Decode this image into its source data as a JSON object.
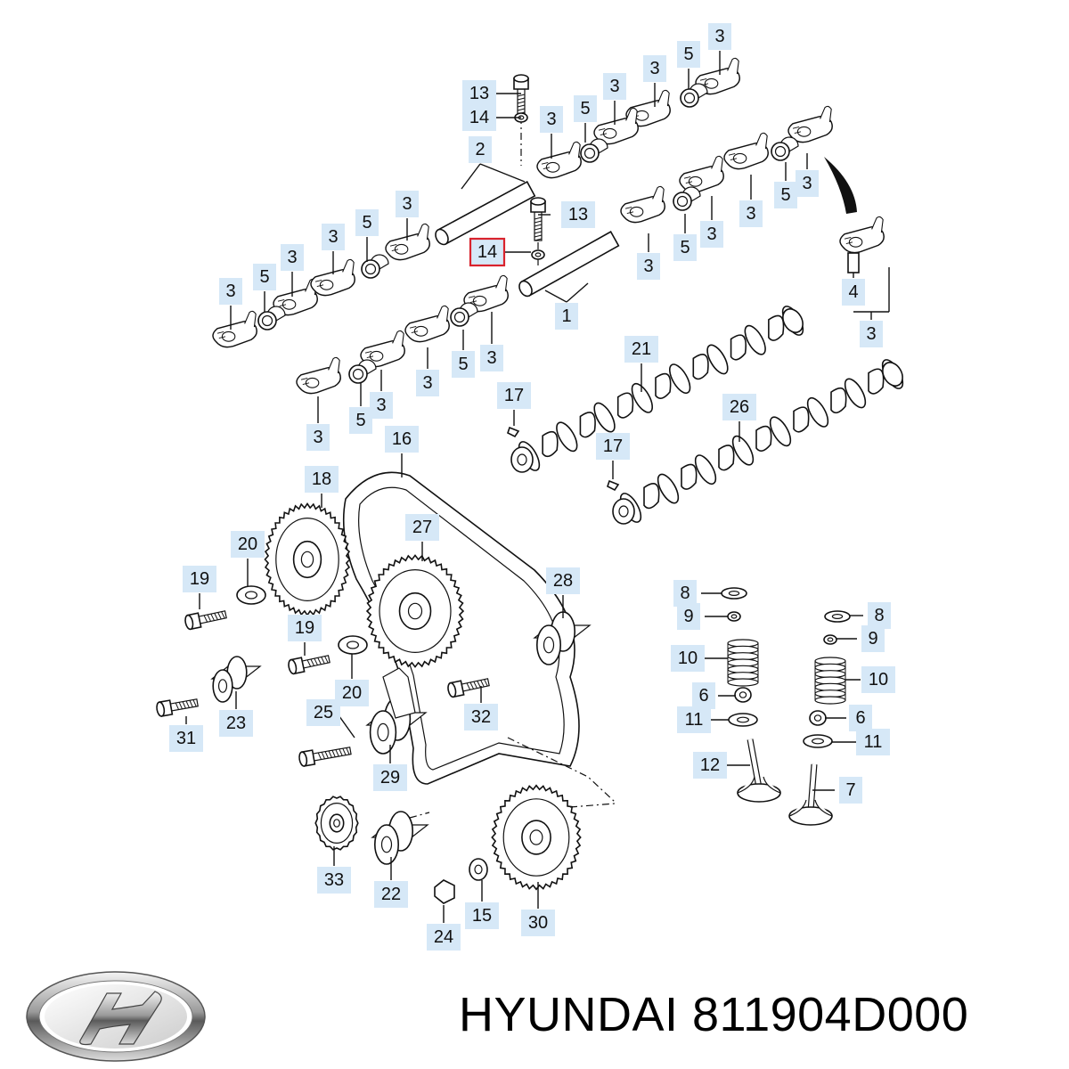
{
  "footer": {
    "brand_part_number": "HYUNDAI 811904D000"
  },
  "logo": {
    "brand": "HYUNDAI",
    "icon": "hyundai-logo-icon"
  },
  "diagram": {
    "highlighted_callout": "14",
    "callouts": [
      "1",
      "2",
      "3",
      "4",
      "5",
      "6",
      "7",
      "8",
      "9",
      "10",
      "11",
      "12",
      "13",
      "14",
      "15",
      "16",
      "17",
      "18",
      "19",
      "20",
      "21",
      "22",
      "23",
      "24",
      "25",
      "26",
      "27",
      "28",
      "29",
      "30",
      "31",
      "32",
      "33"
    ]
  },
  "colors": {
    "callout_fill": "#d6e8f7",
    "highlight_border": "#d9232d",
    "line": "#111111"
  }
}
